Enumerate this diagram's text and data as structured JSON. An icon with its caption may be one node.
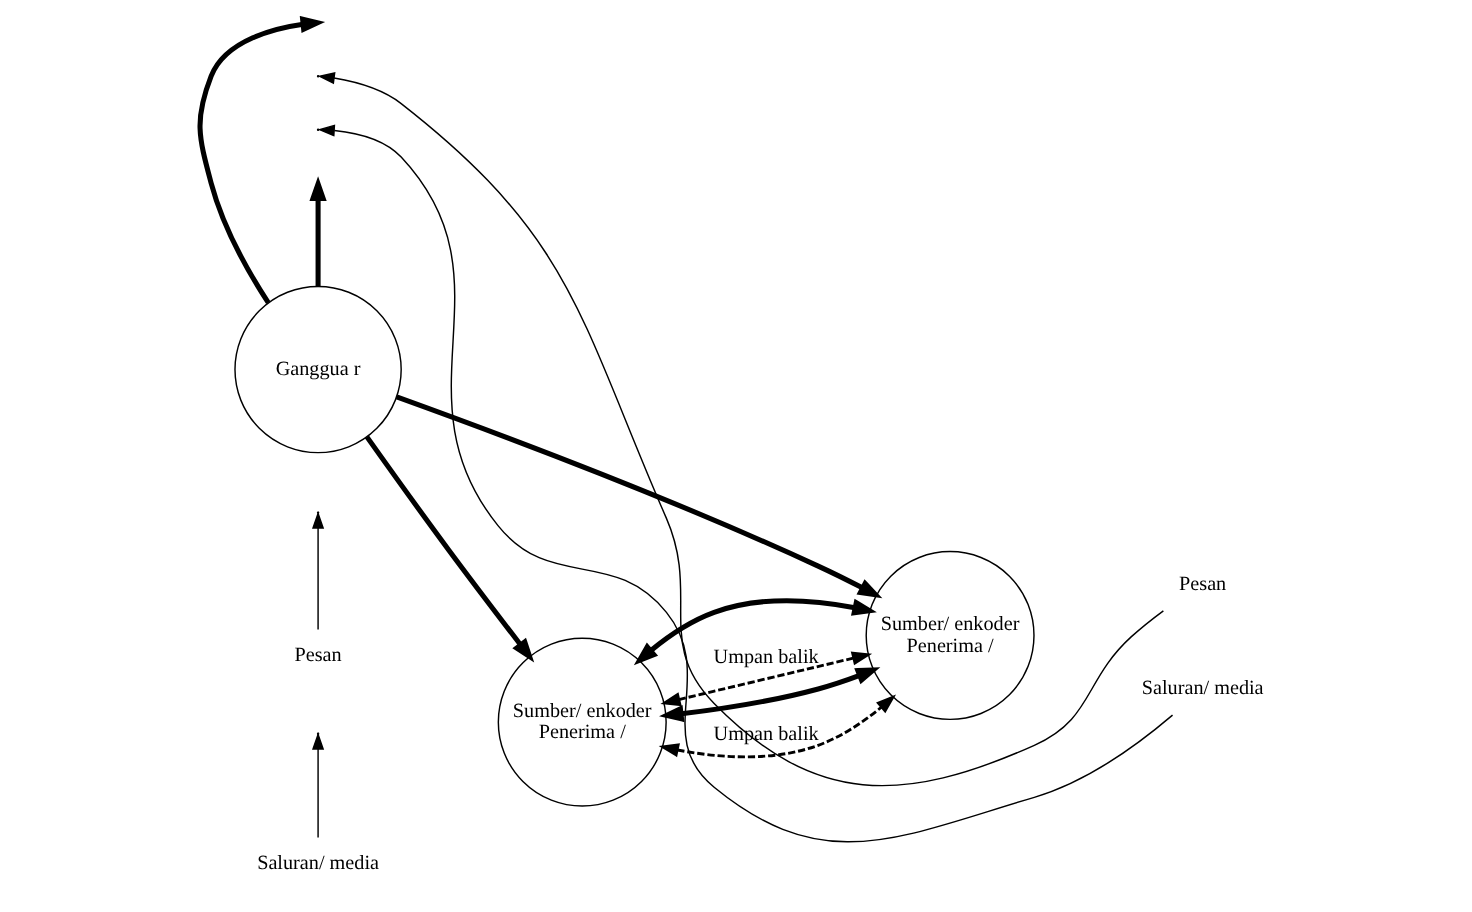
{
  "diagram": {
    "nodes": [
      {
        "text": [
          "Saluran/ media"
        ]
      },
      {
        "text": [
          "Pesan"
        ]
      },
      {
        "text": [
          "Sumber/ enkoder",
          "Penerima /"
        ]
      },
      {
        "text": [
          "Ganggua r"
        ]
      },
      {
        "text": [
          "Sumber/ enkoder",
          "Penerima /"
        ]
      },
      {
        "text": [
          "Pesan"
        ]
      },
      {
        "text": [
          "Saluran/ media"
        ]
      }
    ],
    "edges": [
      {
        "from": 2,
        "to": 4,
        "arrow": "both"
      },
      {
        "from": 2,
        "to": 4,
        "arrow": "both",
        "style": "dashed",
        "label": "Umpan balik"
      },
      {
        "from": 3,
        "to": 2,
        "arrow": "to"
      },
      {
        "from": 3,
        "to": 4,
        "arrow": "to"
      },
      {
        "from": 3,
        "to": null,
        "arrow": "to"
      },
      {
        "from": 3,
        "to": null,
        "arrow": "to"
      },
      {
        "from": 2,
        "to": 4,
        "arrow": "both"
      },
      {
        "from": 2,
        "to": 4,
        "arrow": "both",
        "style": "dashed",
        "label": "Umpan balik"
      },
      {
        "from": 0,
        "to": null,
        "arrow": "to"
      },
      {
        "from": 1,
        "to": null,
        "arrow": "to"
      },
      {
        "from": 5,
        "to": null,
        "arrow": "to"
      },
      {
        "from": 6,
        "to": null,
        "arrow": "to"
      }
    ]
  }
}
